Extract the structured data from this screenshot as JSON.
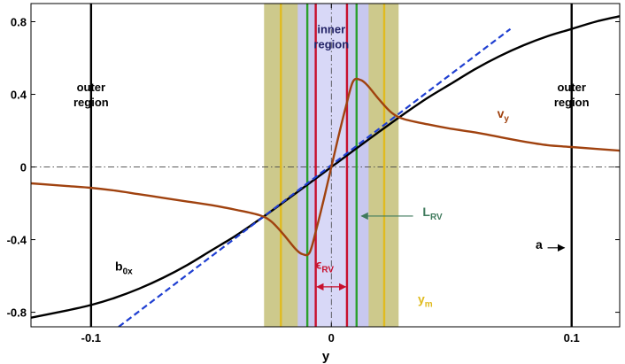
{
  "chart_data": {
    "type": "line",
    "xlabel": "y",
    "ylabel": "",
    "title": "",
    "xlim": [
      -0.125,
      0.12
    ],
    "ylim": [
      -0.88,
      0.9
    ],
    "xticks": [
      -0.1,
      0,
      0.1
    ],
    "xtick_labels": [
      "-0.1",
      "0",
      "0.1"
    ],
    "yticks": [
      -0.8,
      -0.4,
      0,
      0.4,
      0.8
    ],
    "ytick_labels": [
      "-0.8",
      "-0.4",
      "0",
      "0.4",
      "0.8"
    ],
    "bands": [
      {
        "name": "olive-band",
        "x0": -0.028,
        "x1": 0.028,
        "color": "#cdc98c"
      },
      {
        "name": "lavender-band",
        "x0": -0.014,
        "x1": 0.0155,
        "color": "#c8c8ef"
      },
      {
        "name": "inner-band",
        "x0": -0.0065,
        "x1": 0.0065,
        "color": "#d8d8f7"
      }
    ],
    "vertical_lines": [
      {
        "name": "outer-boundary-left",
        "x": -0.1,
        "color": "#000000"
      },
      {
        "name": "outer-boundary-right",
        "x": 0.1,
        "color": "#000000"
      },
      {
        "name": "ym-line-left",
        "x": -0.021,
        "color": "#e0bb1f"
      },
      {
        "name": "ym-line-right",
        "x": 0.022,
        "color": "#e0bb1f"
      },
      {
        "name": "lrv-line-left",
        "x": -0.01,
        "color": "#2ca02c"
      },
      {
        "name": "lrv-line-right",
        "x": 0.0105,
        "color": "#2ca02c"
      },
      {
        "name": "eps-line-left",
        "x": -0.0065,
        "color": "#c8102e"
      },
      {
        "name": "eps-line-right",
        "x": 0.0065,
        "color": "#c8102e"
      }
    ],
    "series": [
      {
        "name": "b0x",
        "color": "#000000",
        "style": "solid",
        "x": [
          -0.125,
          -0.11,
          -0.1,
          -0.09,
          -0.08,
          -0.07,
          -0.06,
          -0.05,
          -0.04,
          -0.03,
          -0.02,
          -0.01,
          0,
          0.01,
          0.02,
          0.03,
          0.04,
          0.05,
          0.06,
          0.07,
          0.08,
          0.09,
          0.1,
          0.11,
          0.12
        ],
        "y": [
          -0.83,
          -0.79,
          -0.76,
          -0.72,
          -0.67,
          -0.61,
          -0.54,
          -0.46,
          -0.38,
          -0.29,
          -0.195,
          -0.098,
          0,
          0.098,
          0.195,
          0.29,
          0.38,
          0.46,
          0.54,
          0.61,
          0.67,
          0.72,
          0.76,
          0.8,
          0.83
        ]
      },
      {
        "name": "linear",
        "color": "#1f3fd1",
        "style": "dashed",
        "x": [
          -0.0885,
          0.0745
        ],
        "y": [
          -0.88,
          0.76
        ]
      },
      {
        "name": "vy",
        "color": "#a0420f",
        "style": "solid",
        "x": [
          -0.125,
          -0.11,
          -0.1,
          -0.09,
          -0.08,
          -0.07,
          -0.06,
          -0.05,
          -0.04,
          -0.03,
          -0.025,
          -0.02,
          -0.015,
          -0.012,
          -0.009,
          -0.006,
          -0.003,
          0,
          0.003,
          0.006,
          0.009,
          0.012,
          0.015,
          0.02,
          0.025,
          0.03,
          0.04,
          0.05,
          0.06,
          0.07,
          0.08,
          0.09,
          0.1,
          0.11,
          0.12
        ],
        "y": [
          -0.09,
          -0.105,
          -0.115,
          -0.13,
          -0.15,
          -0.17,
          -0.19,
          -0.21,
          -0.235,
          -0.265,
          -0.3,
          -0.37,
          -0.45,
          -0.48,
          -0.47,
          -0.33,
          -0.17,
          0,
          0.17,
          0.33,
          0.47,
          0.48,
          0.45,
          0.37,
          0.3,
          0.265,
          0.235,
          0.21,
          0.19,
          0.165,
          0.14,
          0.12,
          0.11,
          0.1,
          0.09
        ]
      }
    ],
    "annotations": [
      {
        "name": "outer-region-left-label",
        "lines": [
          "outer",
          "region"
        ],
        "x": -0.1,
        "y": 0.4,
        "color": "#000000"
      },
      {
        "name": "outer-region-right-label",
        "lines": [
          "outer",
          "region"
        ],
        "x": 0.1,
        "y": 0.4,
        "color": "#000000"
      },
      {
        "name": "inner-region-label",
        "lines": [
          "inner",
          "region"
        ],
        "x": 0,
        "y": 0.72,
        "color": "#222266"
      },
      {
        "name": "vy-label",
        "text": "v",
        "sub": "y",
        "x": 0.069,
        "y": 0.27,
        "color": "#a0420f"
      },
      {
        "name": "b0x-label",
        "text": "b",
        "sub": "0x",
        "x": -0.09,
        "y": -0.57,
        "color": "#000000"
      },
      {
        "name": "lrv-label",
        "text": "L",
        "sub": "RV",
        "x": 0.038,
        "y": -0.27,
        "color": "#3f7a5c"
      },
      {
        "name": "eps-label",
        "text": "ϵ",
        "sub": "RV",
        "x": -0.0065,
        "y": -0.56,
        "color": "#c8102e"
      },
      {
        "name": "ym-label",
        "text": "y",
        "sub": "m",
        "x": 0.036,
        "y": -0.75,
        "color": "#e0bb1f"
      },
      {
        "name": "a-label",
        "text": "a",
        "sub": "",
        "x": 0.085,
        "y": -0.45,
        "color": "#000000"
      }
    ],
    "arrows": [
      {
        "name": "lrv-arrow",
        "from": [
          0.034,
          -0.27
        ],
        "to": [
          0.0125,
          -0.27
        ],
        "color": "#3f7a5c"
      },
      {
        "name": "a-arrow",
        "from": [
          0.09,
          -0.445
        ],
        "to": [
          0.097,
          -0.445
        ],
        "color": "#000000"
      },
      {
        "name": "eps-double-arrow",
        "from": [
          -0.006,
          -0.66
        ],
        "to": [
          0.006,
          -0.66
        ],
        "color": "#c8102e"
      }
    ]
  }
}
